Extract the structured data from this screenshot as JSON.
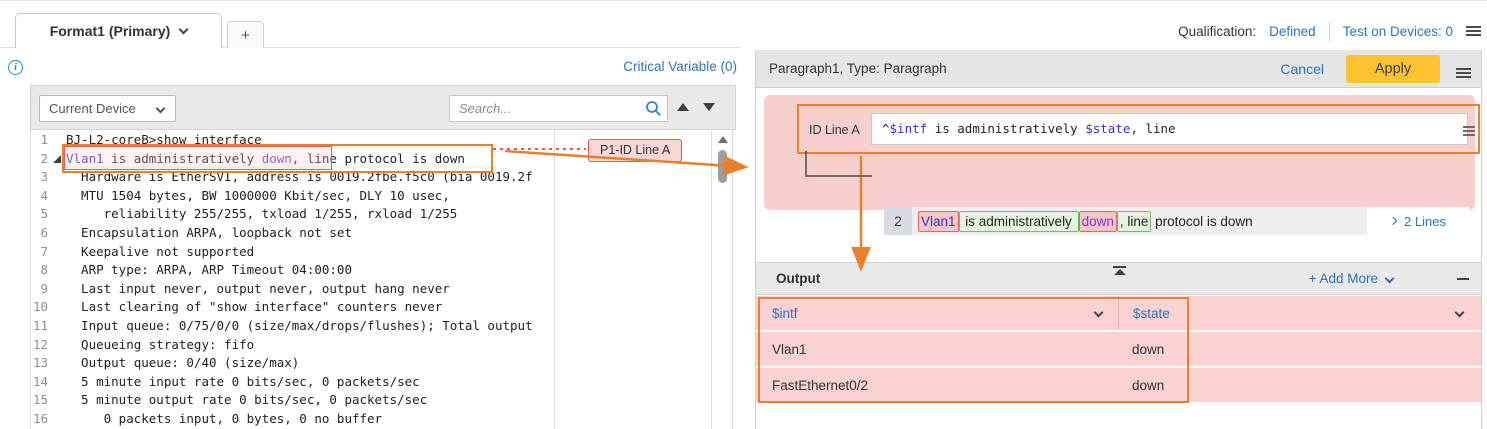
{
  "app": {
    "active_tab": "Format1 (Primary)",
    "add_tab": "+"
  },
  "topbar": {
    "qualification_label": "Qualification:",
    "qualification_value": "Defined",
    "test_on_devices": "Test on Devices: 0"
  },
  "left_panel": {
    "critical_variable_link": "Critical Variable (0)",
    "device_selector_value": "Current Device",
    "search_placeholder": "Search...",
    "annotation_tag": "P1-ID Line A",
    "code": {
      "lines": [
        {
          "n": 1,
          "t": "BJ-L2-coreB>show interface"
        },
        {
          "n": 2,
          "marked": true,
          "seg": [
            {
              "t": "Vlan1",
              "c": "c-blue"
            },
            {
              "t": " is administratively "
            },
            {
              "t": "down",
              "c": "c-purple"
            },
            {
              "t": ", line protocol is down"
            }
          ]
        },
        {
          "n": 3,
          "t": "  Hardware is EtherSVI, address is 0019.2fbe.f5c0 (bia 0019.2f"
        },
        {
          "n": 4,
          "t": "  MTU 1504 bytes, BW 1000000 Kbit/sec, DLY 10 usec,"
        },
        {
          "n": 5,
          "t": "     reliability 255/255, txload 1/255, rxload 1/255"
        },
        {
          "n": 6,
          "t": "  Encapsulation ARPA, loopback not set"
        },
        {
          "n": 7,
          "t": "  Keepalive not supported"
        },
        {
          "n": 8,
          "t": "  ARP type: ARPA, ARP Timeout 04:00:00"
        },
        {
          "n": 9,
          "t": "  Last input never, output never, output hang never"
        },
        {
          "n": 10,
          "t": "  Last clearing of \"show interface\" counters never"
        },
        {
          "n": 11,
          "t": "  Input queue: 0/75/0/0 (size/max/drops/flushes); Total output"
        },
        {
          "n": 12,
          "t": "  Queueing strategy: fifo"
        },
        {
          "n": 13,
          "t": "  Output queue: 0/40 (size/max)"
        },
        {
          "n": 14,
          "t": "  5 minute input rate 0 bits/sec, 0 packets/sec"
        },
        {
          "n": 15,
          "t": "  5 minute output rate 0 bits/sec, 0 packets/sec"
        },
        {
          "n": 16,
          "t": "     0 packets input, 0 bytes, 0 no buffer"
        }
      ]
    }
  },
  "right_panel": {
    "header": {
      "title": "Paragraph1, Type: Paragraph",
      "cancel": "Cancel",
      "apply": "Apply"
    },
    "paragraph": {
      "id_label": "ID Line A",
      "pattern": [
        {
          "t": "^"
        },
        {
          "t": "$intf",
          "c": "c-blue"
        },
        {
          "t": " is administratively "
        },
        {
          "t": "$state",
          "c": "c-blue"
        },
        {
          "t": ", line"
        }
      ],
      "match": {
        "line_number": "2",
        "segments": [
          {
            "t": "Vlan1",
            "c": "hl-red c-blue"
          },
          {
            "t": " is administratively ",
            "c": "hl-green"
          },
          {
            "t": "down",
            "c": "hl-red c-purple"
          },
          {
            "t": ", line",
            "c": "hl-green"
          },
          {
            "t": " protocol is down"
          }
        ],
        "expand_link": "2 Lines"
      }
    },
    "output": {
      "title": "Output",
      "add_more": "+ Add More",
      "minimize": "−",
      "table": {
        "headers": [
          "$intf",
          "$state"
        ],
        "rows": [
          [
            "Vlan1",
            "down"
          ],
          [
            "FastEthernet0/2",
            "down"
          ]
        ]
      }
    }
  },
  "icons": {
    "info": "info-circle",
    "menu": "hamburger",
    "search": "magnifier",
    "prev": "triangle-up",
    "next": "triangle-down",
    "fold": "fold-triangle",
    "collapse": "collapse-up",
    "expand": "chevron-right",
    "dropdown": "chevron-down"
  },
  "colors": {
    "accent_orange": "#E8802D",
    "panel_pink": "#F8CFCF",
    "row_pink": "#FBD2D2",
    "red_border": "#DD5C5C",
    "green_bg": "#E4F5DD",
    "green_border": "#72C06B",
    "link_blue": "#2E75B6",
    "apply_yellow": "#FDC330",
    "var_blue": "#3434C8",
    "var_purple": "#7A35C9"
  }
}
